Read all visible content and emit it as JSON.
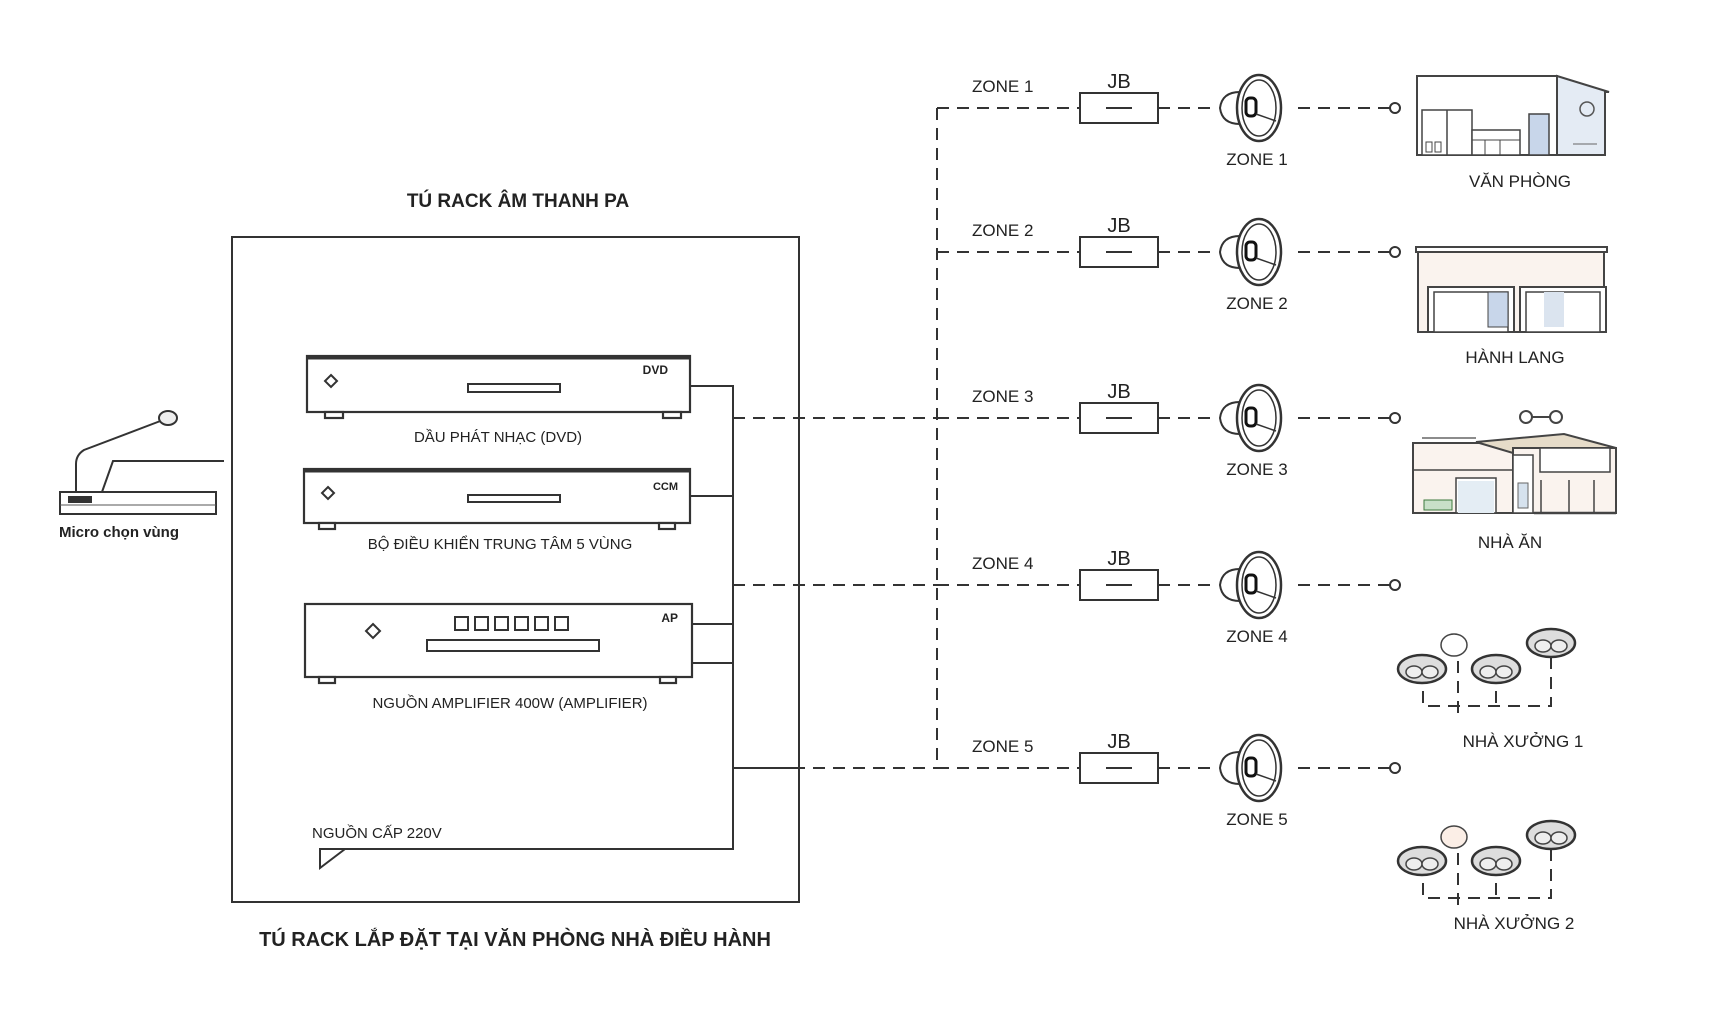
{
  "rack": {
    "title": "TÚ RACK ÂM THANH PA",
    "footer": "TÚ RACK LẮP ĐẶT TẠI VĂN PHÒNG NHÀ ĐIỀU HÀNH",
    "power_label": "NGUỒN CẤP 220V",
    "devices": [
      {
        "label": "DẦU PHÁT NHẠC (DVD)",
        "badge": "DVD",
        "icon": "dvd-player-icon"
      },
      {
        "label": "BỘ ĐIỀU KHIỂN TRUNG TÂM 5 VÙNG",
        "badge": "CCM",
        "icon": "zone-controller-icon"
      },
      {
        "label": "NGUỒN AMPLIFIER 400W (AMPLIFIER)",
        "badge": "AP",
        "icon": "amplifier-icon"
      }
    ]
  },
  "micro": {
    "label": "Micro chọn vùng",
    "icon": "paging-microphone-icon"
  },
  "zones": [
    {
      "line_label": "ZONE 1",
      "jb_label": "JB",
      "speaker_label": "ZONE 1",
      "area": "VĂN PHÒNG",
      "area_icon": "office-building-icon"
    },
    {
      "line_label": "ZONE 2",
      "jb_label": "JB",
      "speaker_label": "ZONE 2",
      "area": "HÀNH LANG",
      "area_icon": "corridor-building-icon"
    },
    {
      "line_label": "ZONE 3",
      "jb_label": "JB",
      "speaker_label": "ZONE 3",
      "area": "NHÀ ĂN",
      "area_icon": "canteen-building-icon"
    },
    {
      "line_label": "ZONE 4",
      "jb_label": "JB",
      "speaker_label": "ZONE 4",
      "area": "NHÀ XƯỞNG 1",
      "area_icon": "ceiling-speakers-icon"
    },
    {
      "line_label": "ZONE 5",
      "jb_label": "JB",
      "speaker_label": "ZONE 5",
      "area": "NHÀ XƯỞNG 2",
      "area_icon": "ceiling-speakers-icon"
    }
  ]
}
